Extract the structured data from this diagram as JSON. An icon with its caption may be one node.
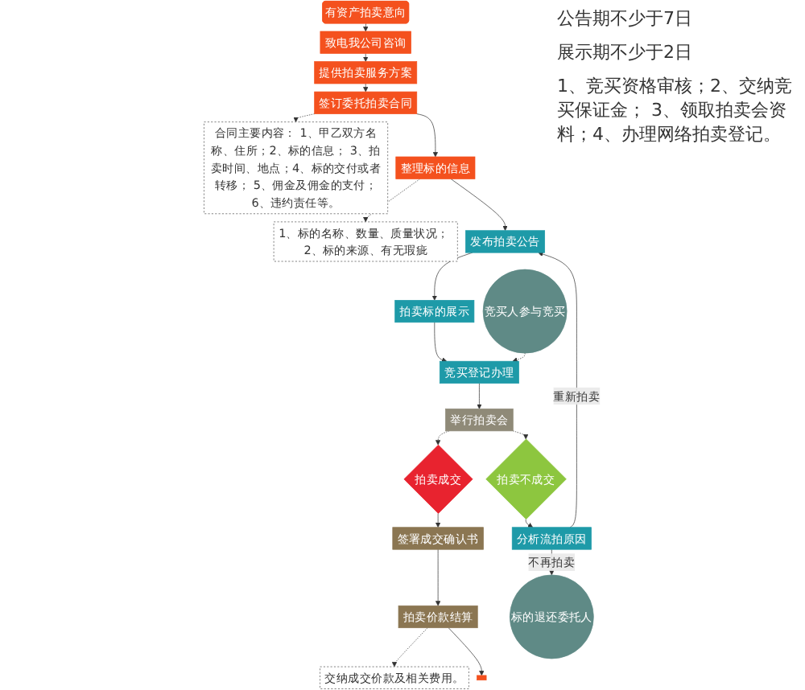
{
  "diagram": {
    "nodes": [
      {
        "text": [
          "有资产拍卖意向"
        ]
      },
      {
        "text": [
          "致电我公司咨询"
        ]
      },
      {
        "text": [
          "提供拍卖服务方案"
        ]
      },
      {
        "text": [
          "签订委托拍卖合同"
        ]
      },
      {
        "text": [
          "合同主要内容： 1、甲乙双方名称、住所；2、标的信息； 3、拍卖时间、地点；4、标的交付或者转移； 5、佣金及佣金的支付；6、违约责任等。"
        ]
      },
      {
        "text": [
          "整理标的信息"
        ]
      },
      {
        "text": [
          "1、标的名称、数量、质量状况； 2、标的来源、有无瑕疵"
        ]
      },
      {
        "text": [
          "发布拍卖公告"
        ]
      },
      {
        "text": [
          "拍卖标的展示"
        ]
      },
      {
        "text": [
          "竞买登记办理"
        ]
      },
      {
        "text": [
          "竞买人参与竞买"
        ]
      },
      {
        "text": [
          "举行拍卖会"
        ]
      },
      {
        "text": [
          "拍卖成交"
        ]
      },
      {
        "text": [
          "签署成交确认书"
        ]
      },
      {
        "text": [
          "拍卖价款结算"
        ]
      },
      {
        "text": [
          "交纳成交价款及相关费用。"
        ]
      },
      {
        "text": [],
        "shape": "box"
      },
      {
        "text": [
          "拍卖不成交"
        ]
      },
      {
        "text": [
          "分析流拍原因"
        ]
      },
      {
        "text": [
          "标的退还委托人"
        ]
      }
    ],
    "edges": [
      {
        "from": 0,
        "to": 1,
        "arrow": "to"
      },
      {
        "from": 1,
        "to": 2,
        "arrow": "to"
      },
      {
        "from": 2,
        "to": 3,
        "arrow": "to"
      },
      {
        "from": 3,
        "to": 4,
        "arrow": "to",
        "style": "dashed"
      },
      {
        "from": 3,
        "to": 5,
        "arrow": "to"
      },
      {
        "from": 5,
        "to": 6,
        "arrow": "to",
        "style": "dashed"
      },
      {
        "from": 5,
        "to": 7,
        "arrow": "to"
      },
      {
        "from": 7,
        "to": 8,
        "arrow": "to"
      },
      {
        "from": 8,
        "to": 9,
        "arrow": "to"
      },
      {
        "from": 10,
        "to": 9,
        "arrow": "to",
        "style": "dashed"
      },
      {
        "from": 9,
        "to": 11,
        "arrow": "to"
      },
      {
        "from": 11,
        "to": 12,
        "arrow": "to",
        "style": "dashed"
      },
      {
        "from": 11,
        "to": 17,
        "arrow": "to",
        "style": "dashed"
      },
      {
        "from": 12,
        "to": 13,
        "arrow": "to"
      },
      {
        "from": 13,
        "to": 14,
        "arrow": "to"
      },
      {
        "from": 14,
        "to": 15,
        "arrow": "to",
        "style": "dashed"
      },
      {
        "from": 14,
        "to": 16,
        "arrow": "to"
      },
      {
        "from": 17,
        "to": 18,
        "arrow": "to"
      },
      {
        "from": 18,
        "to": 19,
        "arrow": "to",
        "label": "不再拍卖"
      },
      {
        "from": 18,
        "to": 7,
        "arrow": "to",
        "label": "重新拍卖"
      }
    ],
    "labels": [
      "公告期不少于7日",
      "展示期不少于2日",
      "1、竞买资格审核；2、交纳竞买保证金； 3、领取拍卖会资料；4、办理网络拍卖登记。"
    ]
  }
}
